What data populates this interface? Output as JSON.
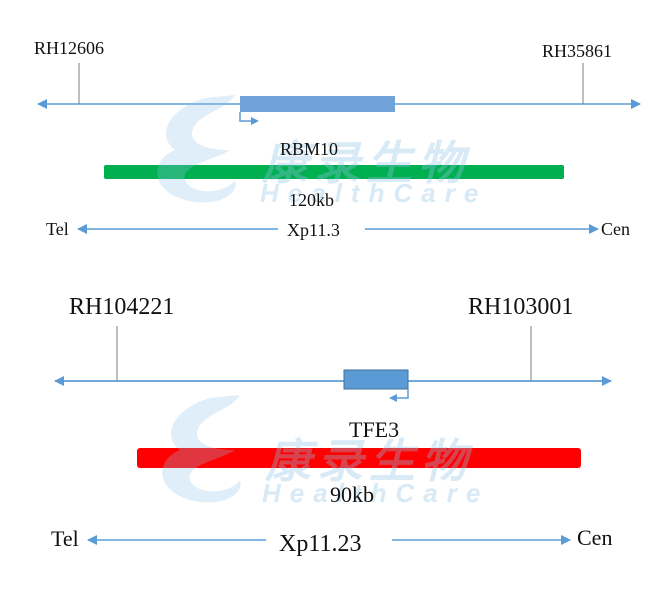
{
  "panel1": {
    "marker_left": "RH12606",
    "marker_right": "RH35861",
    "gene": "RBM10",
    "size": "120kb",
    "left_end": "Tel",
    "band": "Xp11.3",
    "right_end": "Cen",
    "bar_color": "#00b050",
    "strand": "forward"
  },
  "panel2": {
    "marker_left": "RH104221",
    "marker_right": "RH103001",
    "gene": "TFE3",
    "size": "90kb",
    "left_end": "Tel",
    "band": "Xp11.23",
    "right_end": "Cen",
    "bar_color": "#ff0000",
    "strand": "reverse"
  },
  "watermark": {
    "cn": "康录生物",
    "en": "HealthCare"
  },
  "colors": {
    "line": "#5b9bd5",
    "gene_box": "#5b9bd5"
  }
}
